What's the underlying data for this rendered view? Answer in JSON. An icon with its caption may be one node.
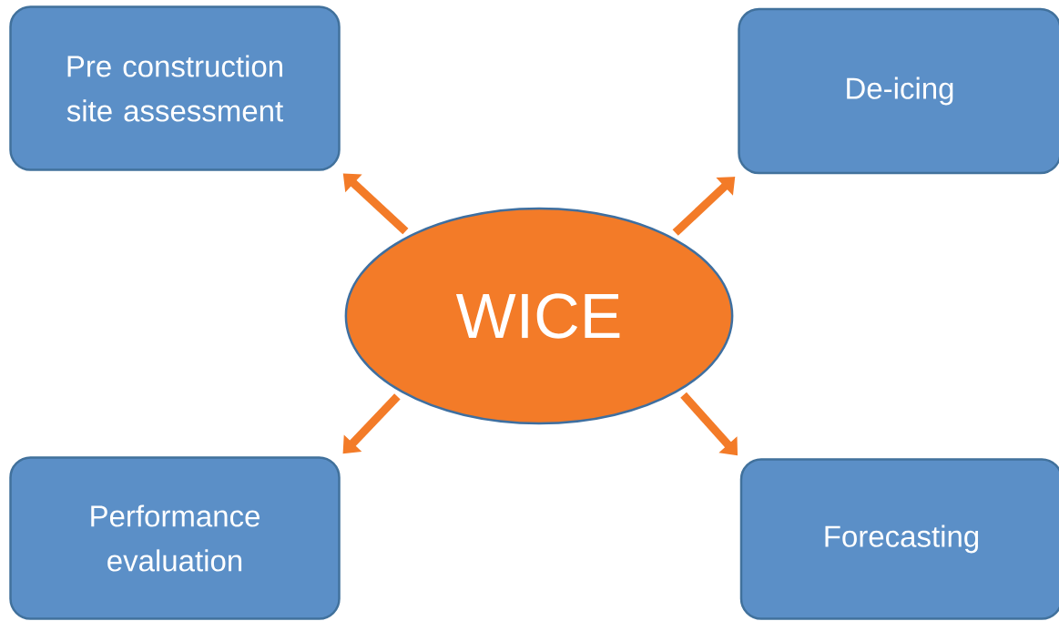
{
  "diagram": {
    "nodes": [
      {
        "text": [
          "Pre construction site assessment"
        ]
      },
      {
        "text": [
          "De-icing"
        ]
      },
      {
        "text": [
          "WICE"
        ]
      },
      {
        "text": [
          "Performance evaluation"
        ]
      },
      {
        "text": [
          "Forecasting"
        ]
      }
    ],
    "edges": [
      {
        "from": 2,
        "to": 0,
        "arrow": "to"
      },
      {
        "from": 2,
        "to": 1,
        "arrow": "to"
      },
      {
        "from": 2,
        "to": 3,
        "arrow": "to"
      },
      {
        "from": 2,
        "to": 4,
        "arrow": "to"
      }
    ]
  }
}
